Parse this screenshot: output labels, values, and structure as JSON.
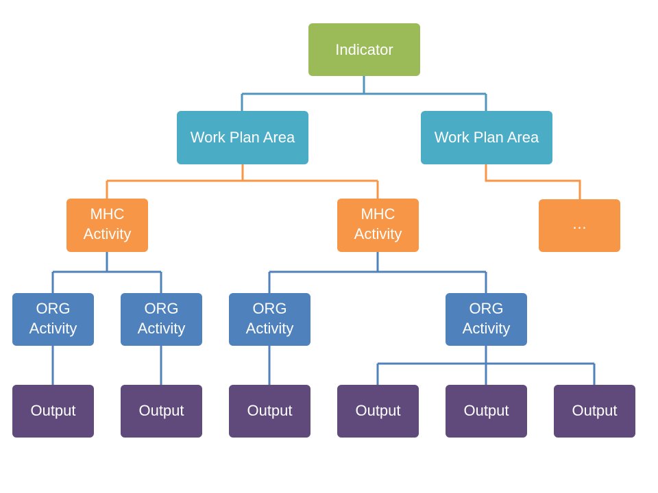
{
  "colors": {
    "indicator": "#9BBB59",
    "work_plan_area": "#4BACC6",
    "mhc_activity": "#F79646",
    "org_activity": "#4F81BD",
    "output": "#604A7B",
    "text": "#FFFFFF"
  },
  "nodes": {
    "indicator": "Indicator",
    "wpa1": "Work Plan Area",
    "wpa2": "Work Plan Area",
    "mhc1": [
      "MHC",
      "Activity"
    ],
    "mhc2": [
      "MHC",
      "Activity"
    ],
    "ellipsis": "…",
    "org1": [
      "ORG",
      "Activity"
    ],
    "org2": [
      "ORG",
      "Activity"
    ],
    "org3": [
      "ORG",
      "Activity"
    ],
    "org4": [
      "ORG",
      "Activity"
    ],
    "out1": "Output",
    "out2": "Output",
    "out3": "Output",
    "out4": "Output",
    "out5": "Output",
    "out6": "Output"
  }
}
